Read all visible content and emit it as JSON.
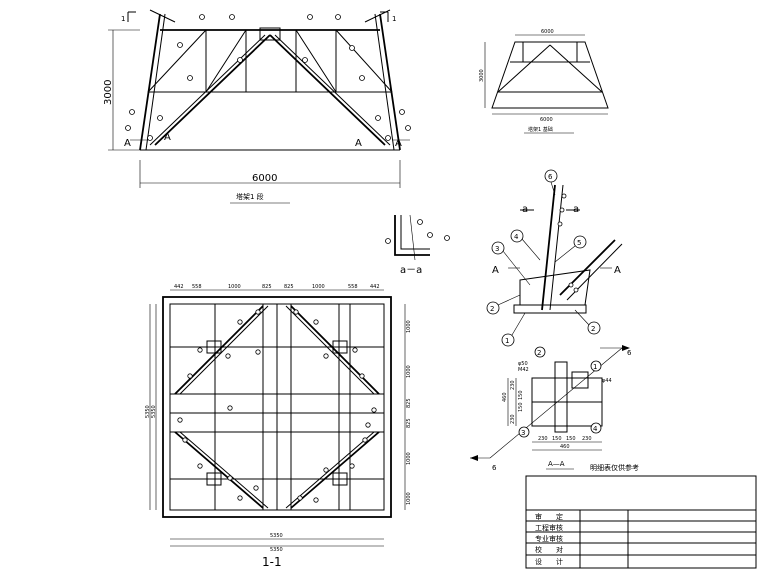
{
  "elevation": {
    "section_mark_left": "1",
    "section_mark_right": "1",
    "height_dim": "3000",
    "width_dim": "6000",
    "section_a_left": "A",
    "section_a_right": "A",
    "title": "塔架1 段"
  },
  "small_elevation": {
    "top_dim": "6000",
    "bottom_dim": "6000",
    "height_dim": "3000",
    "title": "塔架1 基础"
  },
  "detail_aa": {
    "label": "a－a"
  },
  "node_detail": {
    "callouts": [
      "6",
      "a",
      "a",
      "4",
      "3",
      "5",
      "A",
      "A",
      "2",
      "1",
      "2"
    ]
  },
  "plan": {
    "top_dims": [
      "442",
      "558",
      "1000",
      "825",
      "825",
      "1000",
      "558",
      "442"
    ],
    "right_dims": [
      "1000",
      "1000",
      "825",
      "825",
      "1000",
      "1000"
    ],
    "left_dims": [
      "5350",
      "5350"
    ],
    "bottom_dim_1": "5350",
    "bottom_dim_2": "5350",
    "title": "1-1"
  },
  "section_aa": {
    "pipe_label": "φ50",
    "plate_label": "M42",
    "bolt_label": "φ44",
    "left_dims": [
      "460",
      "230",
      "150",
      "150",
      "230"
    ],
    "bottom_dims": [
      "230",
      "150",
      "150",
      "230"
    ],
    "bottom_total": "460",
    "side_label": "6",
    "callouts": [
      "2",
      "1",
      "3",
      "4"
    ],
    "title": "A—A"
  },
  "title_block": {
    "heading": "明细表仅供参考",
    "rows": [
      "审　　定",
      "工程审核",
      "专业审核",
      "校　　对",
      "设　　计"
    ]
  }
}
